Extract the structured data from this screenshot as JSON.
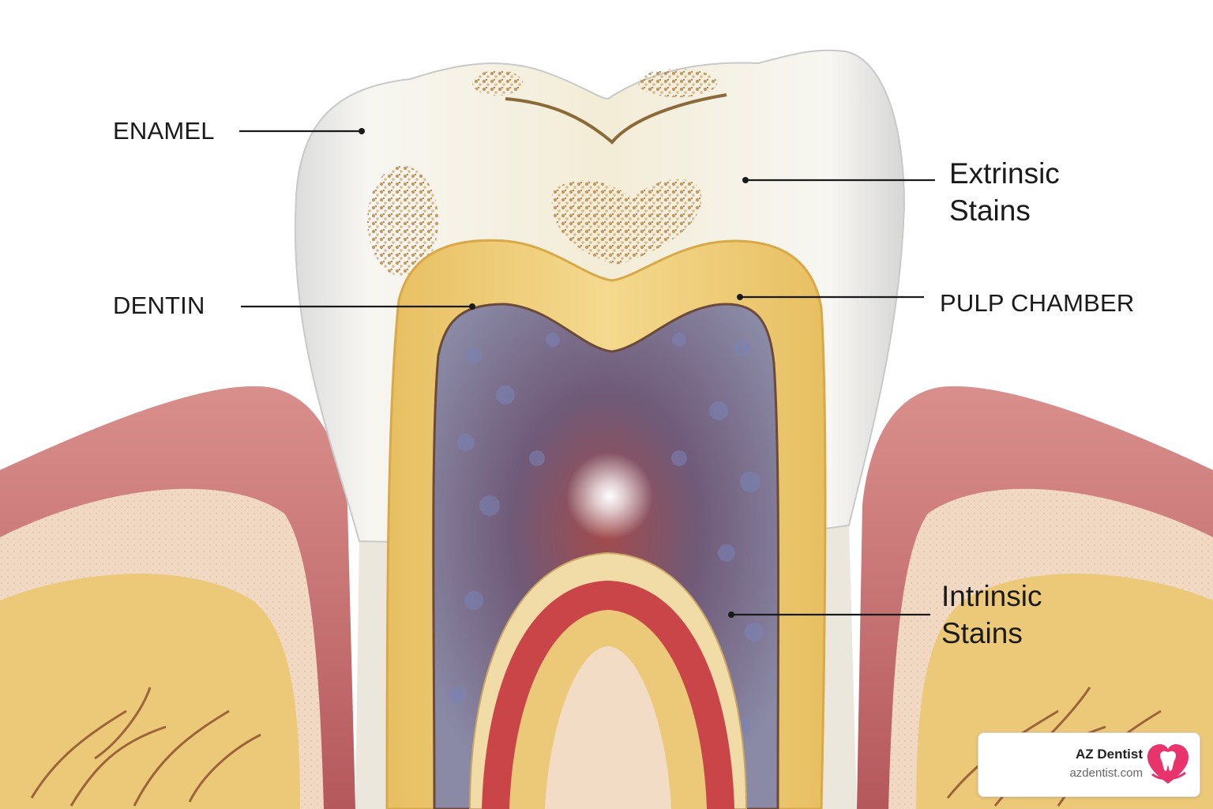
{
  "labels": {
    "enamel": "ENAMEL",
    "dentin": "DENTIN",
    "pulp_chamber": "PULP CHAMBER",
    "extrinsic_line1": "Extrinsic",
    "extrinsic_line2": "Stains",
    "intrinsic_line1": "Intrinsic",
    "intrinsic_line2": "Stains"
  },
  "brand": {
    "name": "AZ Dentist",
    "url": "azdentist.com",
    "logo_icon": "heart-tooth-icon"
  },
  "colors": {
    "enamel": "#eeeae2",
    "dentin": "#ecc978",
    "pulp": "#6d6a86",
    "gum": "#c8787a",
    "bone": "#f1d9c4",
    "stain": "#c49a5a",
    "brand_pink": "#e8336d"
  }
}
